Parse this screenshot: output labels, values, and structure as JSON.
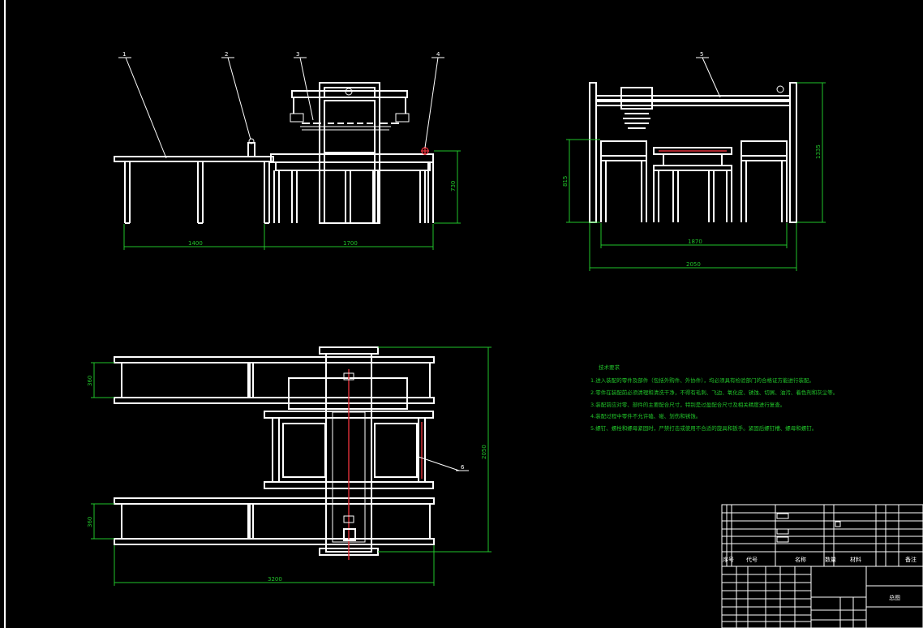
{
  "balloons": [
    "1",
    "2",
    "3",
    "4",
    "5",
    "6"
  ],
  "dimensions": {
    "front_length_left": "1400",
    "front_length_right": "1700",
    "front_height": "730",
    "side_height_left": "815",
    "side_height_total": "1335",
    "side_inner_width": "1870",
    "side_overall_width": "2050",
    "plan_width_top": "360",
    "plan_width_bottom": "360",
    "plan_depth": "2050",
    "plan_length": "3200"
  },
  "notes": {
    "title": "技术要求",
    "items": [
      "1.进入装配的零件及部件（包括外购件、外协件），均必须具有检验部门的合格证方能进行装配。",
      "2.零件在装配前必须清理和清洗干净，不得有毛刺、飞边、氧化皮、锈蚀、切屑、油污、着色剂和灰尘等。",
      "3.装配前应对零、部件的主要配合尺寸，特别是过盈配合尺寸及相关精度进行复查。",
      "4.装配过程中零件不允许磕、碰、划伤和锈蚀。",
      "5.螺钉、螺栓和螺母紧固时，严禁打击或使用不合适的旋具和扳手。紧固后螺钉槽、螺母和螺钉。"
    ]
  },
  "title_block": {
    "col_seq": "序号",
    "col_code": "代号",
    "col_name": "名称",
    "col_qty": "数量",
    "col_material": "材料",
    "col_remark": "备注",
    "drawing_title": "总图"
  },
  "colors": {
    "background": "#000000",
    "outline": "#ffffff",
    "dimension": "#21c42a",
    "centerline": "#e0303a"
  }
}
